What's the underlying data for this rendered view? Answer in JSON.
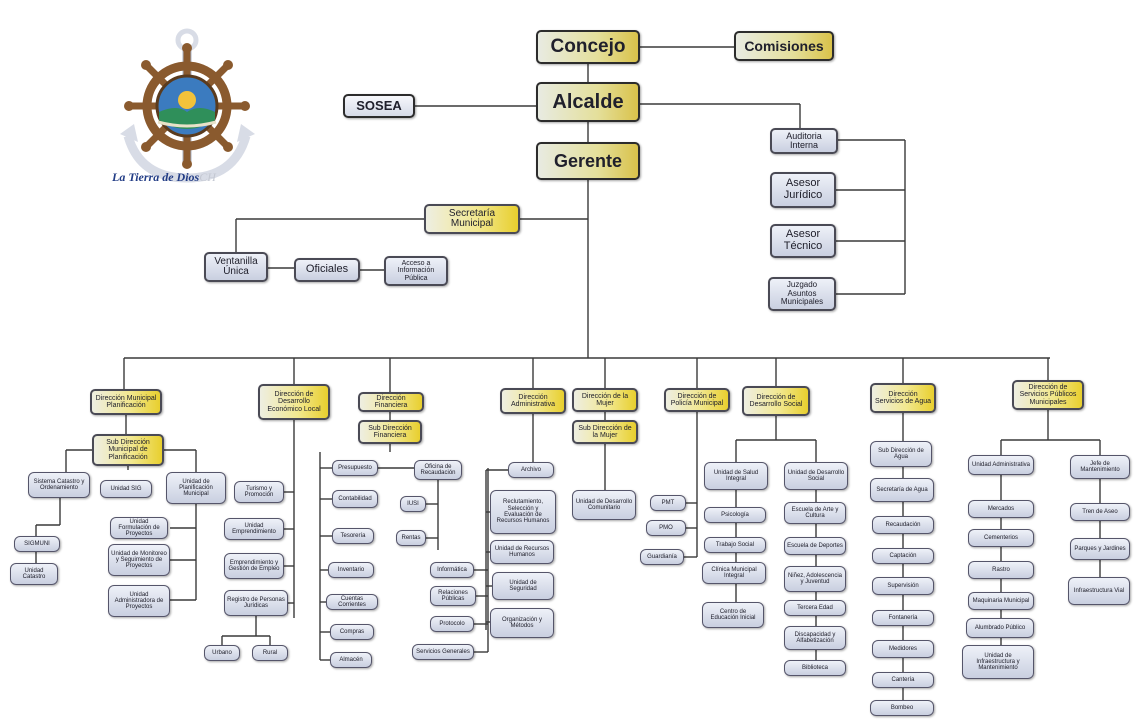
{
  "logo": {
    "caption": "La Tierra de Dios",
    "caption_faint": "CH",
    "colors": {
      "wheel": "#8a5a2e",
      "anchor": "#d8dce6",
      "sea": "#3b7bbf",
      "sun": "#f2c23a"
    }
  },
  "colors": {
    "line": "#3a3a3a",
    "box_border": "#4a4a55",
    "box_fill": "#d8dce8",
    "highlight": "#e8cf2e"
  },
  "top": {
    "concejo": "Concejo",
    "comisiones": "Comisiones",
    "sosea": "SOSEA",
    "alcalde": "Alcalde",
    "gerente": "Gerente"
  },
  "staff": {
    "auditoria": "Auditoria Interna",
    "asesor_juridico": "Asesor Jurídico",
    "asesor_tecnico": "Asesor Técnico",
    "juzgado": "Juzgado Asuntos Municipales"
  },
  "secretaria": {
    "title": "Secretaría Municipal",
    "ventanilla": "Ventanilla Única",
    "oficiales": "Oficiales",
    "acceso": "Acceso a Información Pública"
  },
  "directions": {
    "planificacion": {
      "title": "Dirección Municipal Planificación",
      "sub": "Sub Dirección Municipal de Planificación",
      "items": [
        "Sistema Catastro y Ordenamiento",
        "SIGMUNI",
        "Unidad Catastro",
        "Unidad SIG",
        "Unidad Formulación de Proyectos",
        "Unidad de Monitoreo y Seguimiento de Proyectos",
        "Unidad Administradora de Proyectos",
        "Unidad de Planificación Municipal"
      ]
    },
    "economico": {
      "title": "Dirección de Desarrollo Económico Local",
      "items": [
        "Turismo y Promoción",
        "Unidad Emprendimiento",
        "Emprendimiento y Gestión de Empleo",
        "Registro de Personas Jurídicas",
        "Urbano",
        "Rural"
      ]
    },
    "financiera": {
      "title": "Dirección Financiera",
      "sub": "Sub Dirección Financiera",
      "items": [
        "Presupuesto",
        "Contabilidad",
        "Tesorería",
        "Inventario",
        "Cuentas Corrientes",
        "Compras",
        "Almacén",
        "Oficina de Recaudación",
        "IUSI",
        "Rentas",
        "Informática",
        "Relaciones Públicas",
        "Protocolo",
        "Servicios Generales"
      ]
    },
    "administrativa": {
      "title": "Dirección Administrativa",
      "items": [
        "Archivo",
        "Reclutamiento, Selección y Evaluación de Recursos Humanos",
        "Unidad de Recursos Humanos",
        "Unidad de Seguridad",
        "Organización y Métodos"
      ]
    },
    "mujer": {
      "title": "Dirección de la Mujer",
      "sub": "Sub Dirección de la Mujer",
      "items": [
        "Unidad de Desarrollo Comunitario"
      ]
    },
    "policia": {
      "title": "Dirección de Policía Municipal",
      "items": [
        "PMT",
        "PMO",
        "Guardianía"
      ]
    },
    "social": {
      "title": "Dirección de Desarrollo Social",
      "items": [
        "Unidad de Salud Integral",
        "Psicología",
        "Trabajo Social",
        "Clínica Municipal Integral",
        "Centro de Educación Inicial",
        "Unidad de Desarrollo Social",
        "Escuela de Arte y Cultura",
        "Escuela de Deportes",
        "Niñez, Adolescencia y Juventud",
        "Tercera Edad",
        "Discapacidad y Alfabetización",
        "Biblioteca"
      ]
    },
    "agua": {
      "title": "Dirección Servicios de Agua",
      "items": [
        "Sub Dirección de Agua",
        "Secretaría de Agua",
        "Recaudación",
        "Captación",
        "Supervisión",
        "Fontanería",
        "Medidores",
        "Cantería",
        "Bombeo"
      ]
    },
    "servicios": {
      "title": "Dirección de Servicios Públicos Municipales",
      "items": [
        "Unidad Administrativa",
        "Mercados",
        "Cementerios",
        "Rastro",
        "Maquinaria Municipal",
        "Alumbrado Público",
        "Unidad de Infraestructura y Mantenimiento",
        "Jefe de Mantenimiento",
        "Tren de Aseo",
        "Parques y Jardines",
        "Infraestructura Vial"
      ]
    }
  }
}
